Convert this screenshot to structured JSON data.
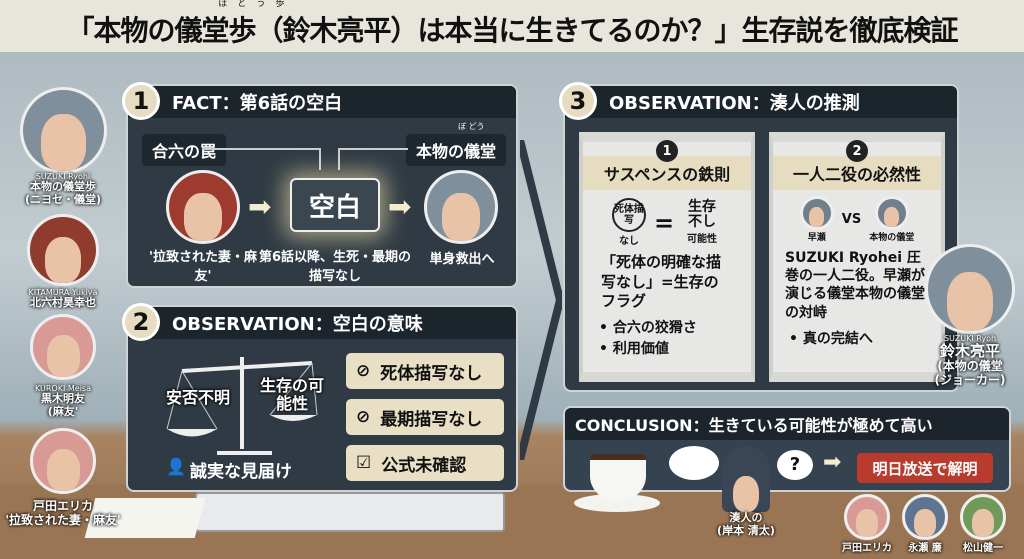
{
  "title": {
    "text": "「本物の儀堂歩（鈴木亮平）は本当に生きてるのか？」生存説を徹底検証",
    "ruby": "ぼどう歩"
  },
  "cast": [
    {
      "romaji": "SUZUKI Ryohi",
      "name": "本物の儀堂歩",
      "role": "(ニヨセ・儀堂)"
    },
    {
      "romaji": "KITAMURA Yukiya",
      "name": "北六村昊幸也",
      "role": ""
    },
    {
      "romaji": "KUROKI Meisa",
      "name": "黒木明友",
      "role": "(麻友'"
    },
    {
      "romaji": "",
      "name": "戸田エリカ",
      "role": "'拉致された妻・麻友'"
    }
  ],
  "panel1": {
    "num": "1",
    "title": "FACT：第6話の空白",
    "left_tag": "合六の罠",
    "right_tag": "本物の儀堂",
    "right_ruby": "ぼ どう",
    "center": "空白",
    "left_caption": "'拉致された妻・麻友'",
    "center_caption": "第6話以降、生死・最期の描写なし",
    "right_caption": "単身救出へ"
  },
  "panel2": {
    "num": "2",
    "title": "OBSERVATION：空白の意味",
    "scale_left": "安否不明",
    "scale_right": "生存の可能性",
    "person_label": "誠実な見届け",
    "badges": [
      {
        "icon": "no-body-icon",
        "label": "死体描写なし"
      },
      {
        "icon": "no-final-icon",
        "label": "最期描写なし"
      },
      {
        "icon": "clipboard-check-icon",
        "label": "公式未確認"
      }
    ]
  },
  "panel3": {
    "num": "3",
    "title": "OBSERVATION：湊人の推測",
    "col1": {
      "num": "1",
      "title": "サスペンスの鉄則",
      "stamp": "死体描写",
      "stamp_sub": "なし",
      "eq": "=",
      "rhs": "生存不し",
      "rhs_sub": "可能性",
      "body": "「死体の明確な描写なし」=生存のフラグ",
      "bullets": [
        "合六の狡猾さ",
        "利用価値"
      ]
    },
    "col2": {
      "num": "2",
      "title": "一人二役の必然性",
      "vs": "VS",
      "left_label": "早瀬",
      "right_label": "本物の儀堂",
      "body": "SUZUKI Ryohei 圧巻の一人二役。早瀬が演じる儀堂本物の儀堂の対峙",
      "bullets": [
        "真の完結へ"
      ]
    },
    "portrait": {
      "romaji": "SUZUKI Ryoh",
      "name": "鈴木亮平",
      "role1": "(本物の儀堂",
      "role2": "(ジョーカー)"
    }
  },
  "conclusion": {
    "title": "CONCLUSION：生きている可能性が極めて高い",
    "bubble": "?",
    "button": "明日放送で解明",
    "person": "湊人の",
    "person_sub": "(岸本 清太)",
    "cast": [
      "戸田エリカ",
      "永瀬 廉",
      "松山健一"
    ]
  },
  "colors": {
    "panel": "#2f3a44",
    "header": "#1d252c",
    "beige": "#e6dcc0",
    "red": "#b83b2e"
  }
}
